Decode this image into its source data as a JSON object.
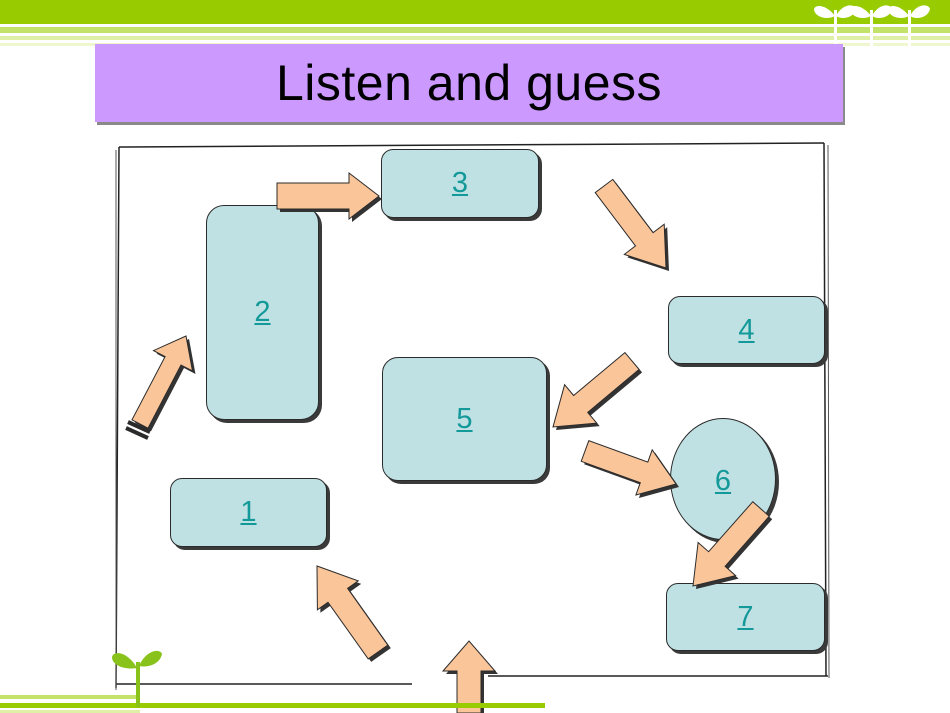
{
  "slide": {
    "title": "Listen and guess"
  },
  "nodes": [
    {
      "id": "1",
      "label": "1"
    },
    {
      "id": "2",
      "label": "2"
    },
    {
      "id": "3",
      "label": "3"
    },
    {
      "id": "4",
      "label": "4"
    },
    {
      "id": "5",
      "label": "5"
    },
    {
      "id": "6",
      "label": "6"
    },
    {
      "id": "7",
      "label": "7"
    }
  ],
  "colors": {
    "band_green": "#99cc00",
    "title_fill": "#cc99ff",
    "node_fill": "#bfe1e3",
    "link_text": "#139999",
    "arrow_fill": "#fbc59a",
    "sprout_green": "#88c21a"
  },
  "icons": {
    "top_decoration": "sprout-icon",
    "bottom_decoration": "sprout-icon"
  }
}
